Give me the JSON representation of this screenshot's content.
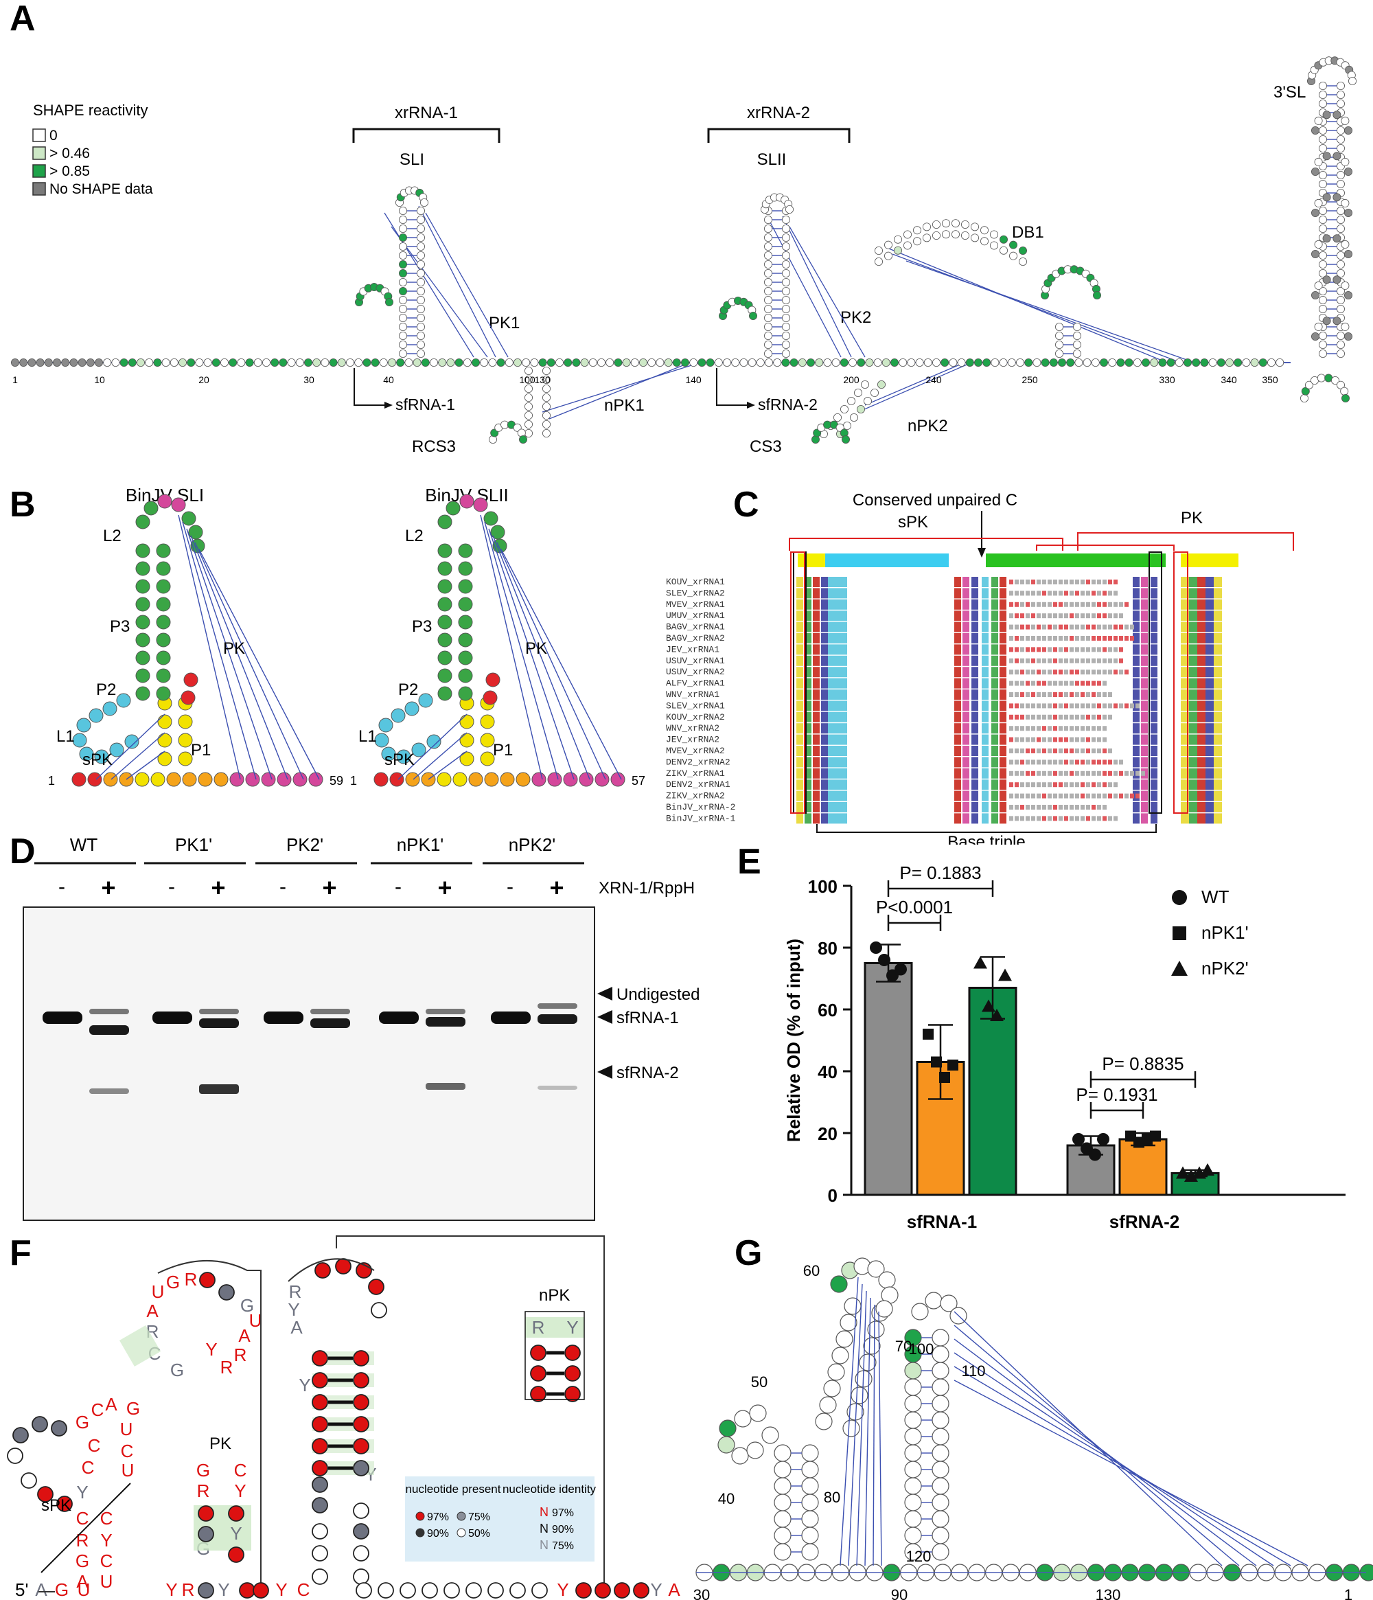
{
  "panels": {
    "A": {
      "label": "A",
      "legend": {
        "title": "SHAPE reactivity",
        "items": [
          {
            "label": "0",
            "color": "#ffffff"
          },
          {
            "label": "> 0.46",
            "color": "#cde8c6"
          },
          {
            "label": "> 0.85",
            "color": "#1fa34a"
          },
          {
            "label": "No SHAPE data",
            "color": "#7a7a7a"
          }
        ]
      },
      "elements": {
        "xrrna1": "xrRNA-1",
        "xrrna2": "xrRNA-2",
        "sli": "SLI",
        "slii": "SLII",
        "pk1": "PK1",
        "pk2": "PK2",
        "npk1": "nPK1",
        "npk2": "nPK2",
        "sfrna1": "sfRNA-1",
        "sfrna2": "sfRNA-2",
        "rcs3": "RCS3",
        "cs3": "CS3",
        "db1": "DB1",
        "sl3": "3'SL"
      },
      "ticks": [
        "1",
        "10",
        "20",
        "30",
        "40",
        "100",
        "130",
        "140",
        "200",
        "240",
        "250",
        "330",
        "340",
        "350"
      ]
    },
    "B": {
      "label": "B",
      "left": {
        "title": "BinJV SLI",
        "end": "59",
        "L2": "L2",
        "P3": "P3",
        "P2": "P2",
        "L1": "L1",
        "sPK": "sPK",
        "P1": "P1",
        "PK": "PK"
      },
      "right": {
        "title": "BinJV SLII",
        "end": "57",
        "L2": "L2",
        "P3": "P3",
        "P2": "P2",
        "L1": "L1",
        "sPK": "sPK",
        "P1": "P1",
        "PK": "PK"
      },
      "start": "1"
    },
    "C": {
      "label": "C",
      "title": "Conserved unpaired C",
      "spk": "sPK",
      "pk": "PK",
      "base_triple": "Base triple",
      "rows": [
        "KOUV_xrRNA1",
        "SLEV_xrRNA2",
        "MVEV_xrRNA1",
        "UMUV_xrRNA1",
        "BAGV_xrRNA1",
        "BAGV_xrRNA2",
        "JEV_xrRNA1",
        "USUV_xrRNA1",
        "USUV_xrRNA2",
        "ALFV_xrRNA1",
        "WNV_xrRNA1",
        "SLEV_xrRNA1",
        "KOUV_xrRNA2",
        "WNV_xrRNA2",
        "JEV_xrRNA2",
        "MVEV_xrRNA2",
        "DENV2_xrRNA2",
        "ZIKV_xrRNA1",
        "DENV2_xrRNA1",
        "ZIKV_xrRNA2",
        "BinJV_xrRNA-2",
        "BinJV_xrRNA-1"
      ]
    },
    "D": {
      "label": "D",
      "lanes": [
        "WT",
        "PK1'",
        "PK2'",
        "nPK1'",
        "nPK2'"
      ],
      "minus": "-",
      "plus": "+",
      "enzyme": "XRN-1/RppH",
      "bands": [
        "Undigested",
        "sfRNA-1",
        "sfRNA-2"
      ]
    },
    "E": {
      "label": "E"
    },
    "F": {
      "label": "F",
      "five_prime": "5'",
      "spk": "sPK",
      "pk": "PK",
      "npk": "nPK",
      "legend": {
        "present_title": "nucleotide present",
        "identity_title": "nucleotide identity",
        "present": [
          "97%",
          "75%",
          "90%",
          "50%"
        ],
        "identity": [
          {
            "letter": "N",
            "pct": "97%"
          },
          {
            "letter": "N",
            "pct": "90%"
          },
          {
            "letter": "N",
            "pct": "75%"
          }
        ]
      }
    },
    "G": {
      "label": "G",
      "numbers": [
        "60",
        "50",
        "70",
        "40",
        "80",
        "100",
        "110",
        "30",
        "90",
        "120",
        "130",
        "1"
      ]
    }
  },
  "chart_data": {
    "type": "bar",
    "categories": [
      "sfRNA-1",
      "sfRNA-2"
    ],
    "ylabel": "Relative OD (% of input)",
    "ylim": [
      0,
      100
    ],
    "yticks": [
      "0",
      "20",
      "40",
      "60",
      "80",
      "100"
    ],
    "series": [
      {
        "name": "WT",
        "color": "#8c8c8c",
        "values": [
          75,
          16
        ],
        "errors": [
          6,
          3
        ],
        "points": [
          [
            80,
            76,
            71,
            73
          ],
          [
            18,
            15,
            13,
            18
          ]
        ]
      },
      {
        "name": "nPK1'",
        "color": "#f7931e",
        "values": [
          43,
          18
        ],
        "errors": [
          12,
          2
        ],
        "points": [
          [
            52,
            43,
            38,
            42
          ],
          [
            19,
            17,
            18,
            19
          ]
        ]
      },
      {
        "name": "nPK2'",
        "color": "#0d8a48",
        "values": [
          67,
          7
        ],
        "errors": [
          10,
          1
        ],
        "points": [
          [
            75,
            61,
            58,
            71
          ],
          [
            7,
            6,
            7,
            8
          ]
        ]
      }
    ],
    "pvalues": [
      {
        "label": "P= 0.1883",
        "group": 0,
        "from": 0,
        "to": 2
      },
      {
        "label": "P<0.0001",
        "group": 0,
        "from": 0,
        "to": 1
      },
      {
        "label": "P= 0.8835",
        "group": 1,
        "from": 0,
        "to": 2
      },
      {
        "label": "P= 0.1931",
        "group": 1,
        "from": 0,
        "to": 1
      }
    ],
    "legend_position": "top-right"
  }
}
